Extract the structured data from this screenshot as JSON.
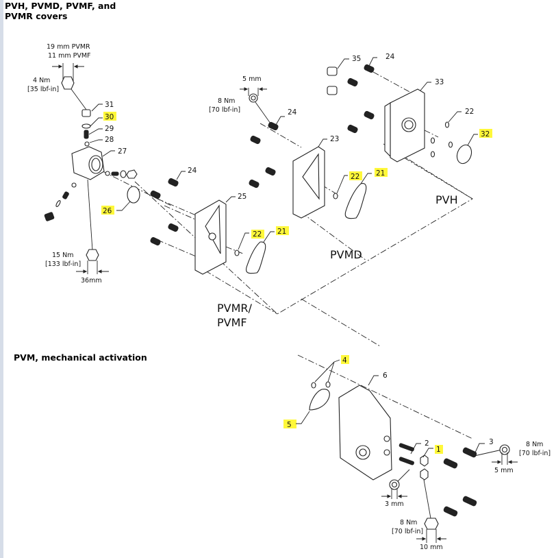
{
  "titles": {
    "covers": "PVH, PVMD, PVMF, and PVMR covers",
    "mechanical": "PVM, mechanical activation"
  },
  "highlight_color": "#fff83a",
  "groups": {
    "pvh": "PVH",
    "pvmd": "PVMD",
    "pvmr_line1": "PVMR/",
    "pvmr_line2": "PVMF"
  },
  "specs": {
    "plug_hex_line1": "19 mm PVMR",
    "plug_hex_line2": "11 mm PVMF",
    "plug_torque_nm": "4 Nm",
    "plug_torque_lbf": "[35 lbf-in]",
    "housing_torque_nm": "15 Nm",
    "housing_torque_lbf": "[133 lbf-in]",
    "housing_hex": "36mm",
    "cover_hex": "5 mm",
    "cover_torque_nm": "8 Nm",
    "cover_torque_lbf": "[70 lbf-in]",
    "mech_screw_hex": "5 mm",
    "mech_screw_torque_nm": "8 Nm",
    "mech_screw_torque_lbf": "[70 lbf-in]",
    "setscrew_hex": "3 mm",
    "nut_torque_nm": "8 Nm",
    "nut_torque_lbf": "[70 lbf-in]",
    "nut_hex": "10 mm"
  },
  "parts": {
    "p1": "1",
    "p2": "2",
    "p3": "3",
    "p4": "4",
    "p5": "5",
    "p6": "6",
    "p21a": "21",
    "p21b": "21",
    "p22a": "22",
    "p22b": "22",
    "p22c": "22",
    "p23": "23",
    "p24a": "24",
    "p24b": "24",
    "p24c": "24",
    "p25": "25",
    "p26": "26",
    "p27": "27",
    "p28": "28",
    "p29": "29",
    "p30": "30",
    "p31": "31",
    "p32": "32",
    "p33": "33",
    "p35": "35"
  }
}
